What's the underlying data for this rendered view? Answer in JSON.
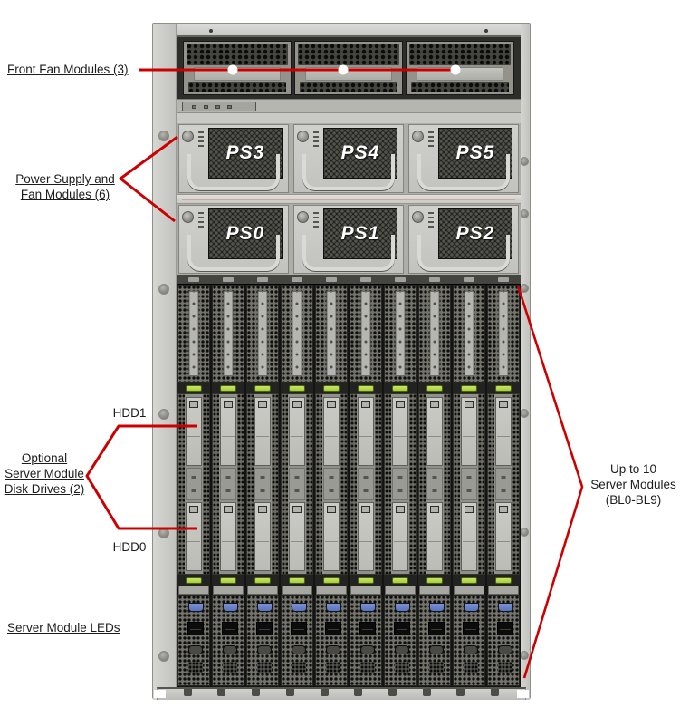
{
  "colors": {
    "callout_red": "#cc0000",
    "latch_green": "#a6ce39",
    "vga_blue": "#5a74bd",
    "chassis_gray": "#c8c8c4"
  },
  "callouts": {
    "front_fans": "Front Fan Modules (3)",
    "power_supply_line1": "Power Supply and",
    "power_supply_line2": "Fan Modules (6)",
    "hdd1": "HDD1",
    "optional_line1": "Optional",
    "optional_line2": "Server Module",
    "optional_line3": "Disk Drives (2)",
    "hdd0": "HDD0",
    "server_module_leds": "Server Module LEDs",
    "up_to_10_line1": "Up to 10",
    "up_to_10_line2": "Server Modules",
    "up_to_10_line3": "(BL0-BL9)"
  },
  "chassis": {
    "fan_module_count": 3,
    "power_supply_rows": [
      [
        "PS3",
        "PS4",
        "PS5"
      ],
      [
        "PS0",
        "PS1",
        "PS2"
      ]
    ],
    "blade_count": 10
  }
}
